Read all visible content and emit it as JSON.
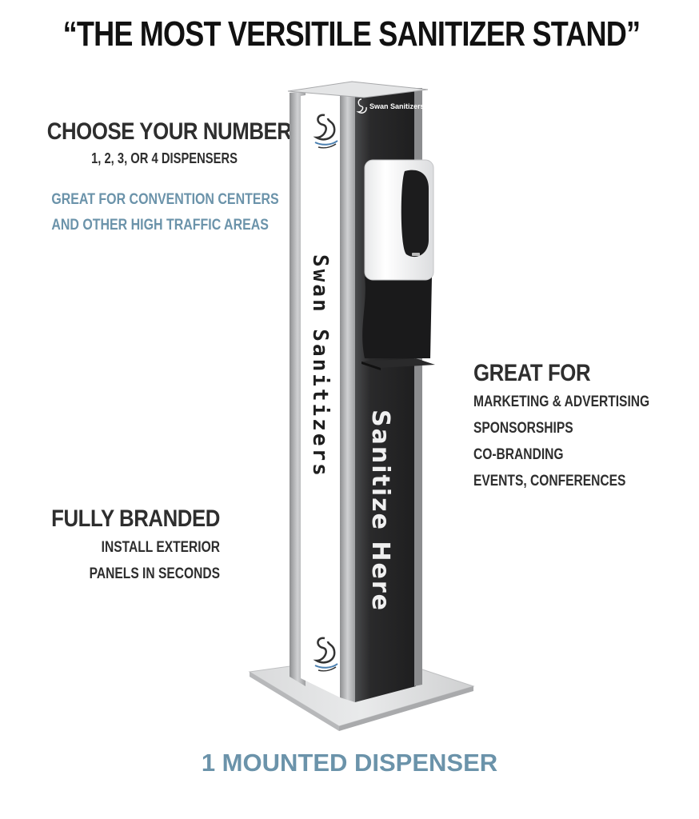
{
  "headline": "“THE MOST VERSITILE SANITIZER STAND”",
  "choose": {
    "heading": "CHOOSE YOUR NUMBER",
    "sub": "1, 2, 3, OR 4 DISPENSERS",
    "blue_line1": "GREAT FOR CONVENTION CENTERS",
    "blue_line2": "AND OTHER HIGH TRAFFIC AREAS"
  },
  "great_for": {
    "heading": "GREAT FOR",
    "items": [
      "MARKETING & ADVERTISING",
      "SPONSORSHIPS",
      "CO-BRANDING",
      "EVENTS, CONFERENCES"
    ]
  },
  "branded": {
    "heading": "FULLY BRANDED",
    "line1": "INSTALL EXTERIOR",
    "line2": "PANELS IN SECONDS"
  },
  "stand": {
    "side_text": "Swan Sanitizers",
    "front_text": "Sanitize Here",
    "logo_text": "Swan Sanitizers"
  },
  "caption": "1 MOUNTED DISPENSER",
  "colors": {
    "accent_blue": "#6b93aa",
    "text_dark": "#2e2e2e",
    "panel_dark": "#262626"
  }
}
